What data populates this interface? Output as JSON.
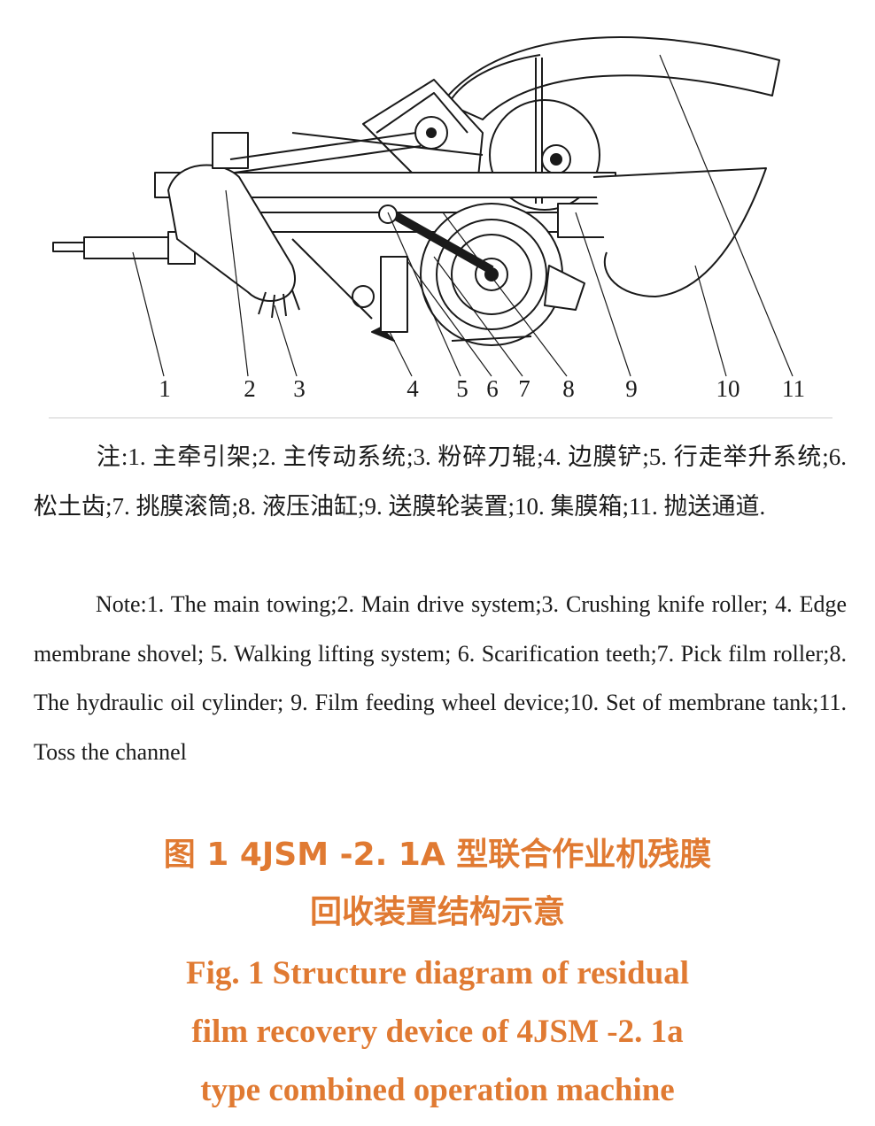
{
  "figure": {
    "callouts": [
      "1",
      "2",
      "3",
      "4",
      "5",
      "6",
      "7",
      "8",
      "9",
      "10",
      "11"
    ]
  },
  "note_zh": "注:1. 主牵引架;2. 主传动系统;3. 粉碎刀辊;4. 边膜铲;5. 行走举升系统;6. 松土齿;7. 挑膜滚筒;8. 液压油缸;9. 送膜轮装置;10. 集膜箱;11. 抛送通道.",
  "note_en": "Note:1. The main towing;2. Main drive system;3. Crushing knife roller; 4. Edge membrane shovel; 5. Walking lifting system; 6. Scarification teeth;7. Pick film roller;8. The hydraulic oil cylinder; 9. Film feeding wheel device;10. Set of membrane tank;11. Toss the channel",
  "caption_zh": {
    "line1": "图 1  4JSM -2. 1A 型联合作业机残膜",
    "line2": "回收装置结构示意"
  },
  "caption_en": {
    "line1": "Fig. 1  Structure diagram of residual",
    "line2": "film recovery device of 4JSM -2. 1a",
    "line3": "type combined operation machine"
  },
  "colors": {
    "caption": "#e07a32",
    "line": "#1a1a1a"
  }
}
